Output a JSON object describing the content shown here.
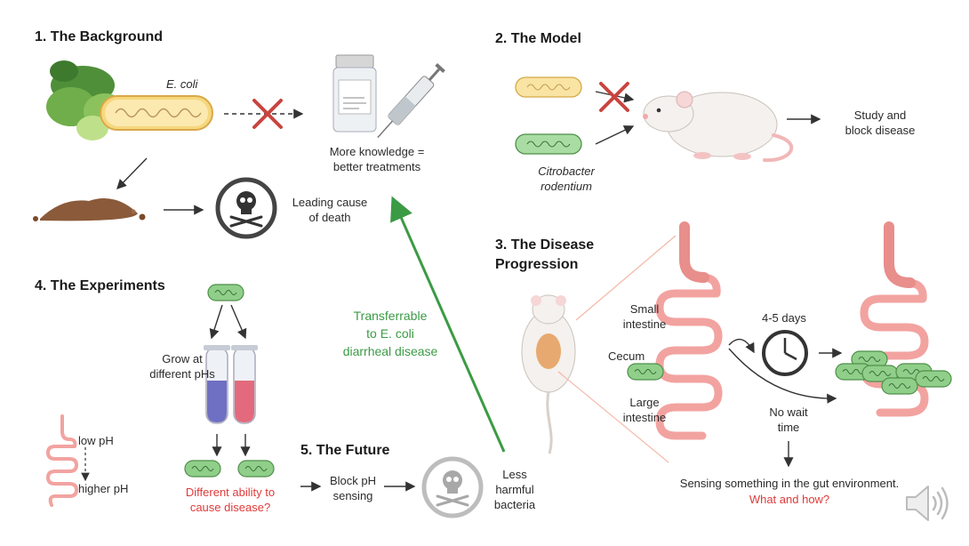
{
  "sections": {
    "background": {
      "heading": "1. The Background",
      "ecoli_label": "E. coli",
      "knowledge": "More knowledge =\nbetter treatments",
      "death": "Leading cause\nof death"
    },
    "model": {
      "heading": "2. The Model",
      "species": "Citrobacter\nrodentium",
      "study": "Study and\nblock disease"
    },
    "progression": {
      "heading": "3. The Disease\nProgression",
      "small_intestine": "Small\nintestine",
      "cecum": "Cecum",
      "large_intestine": "Large\nintestine",
      "days": "4-5 days",
      "no_wait": "No wait\ntime",
      "sensing": "Sensing something in the gut environment.",
      "question": "What and how?"
    },
    "experiments": {
      "heading": "4. The Experiments",
      "grow": "Grow at\ndifferent pHs",
      "low_ph": "low pH",
      "higher_ph": "higher pH",
      "ability": "Different ability to\ncause disease?"
    },
    "future": {
      "heading": "5. The Future",
      "block": "Block pH\nsensing",
      "less": "Less\nharmful\nbacteria"
    },
    "transfer": "Transferrable\nto E. coli\ndiarrheal disease"
  },
  "icons": [
    "lettuce-icon",
    "bacterium-icon",
    "x-mark-icon",
    "pill-bottle-icon",
    "syringe-icon",
    "soil-icon",
    "skull-icon",
    "mouse-icon",
    "intestine-icon",
    "clock-icon",
    "test-tube-icon",
    "speaker-icon"
  ],
  "colors": {
    "ecoli": "#f6d77d",
    "citrobacter": "#8fcf8a",
    "x_mark": "#c9443f",
    "transfer_arrow": "#3b9b45",
    "question_text": "#e03a3a",
    "gut": "#f2a3a0",
    "tube_low_ph": "#6f6fc3",
    "tube_high_ph": "#e36a7c"
  }
}
